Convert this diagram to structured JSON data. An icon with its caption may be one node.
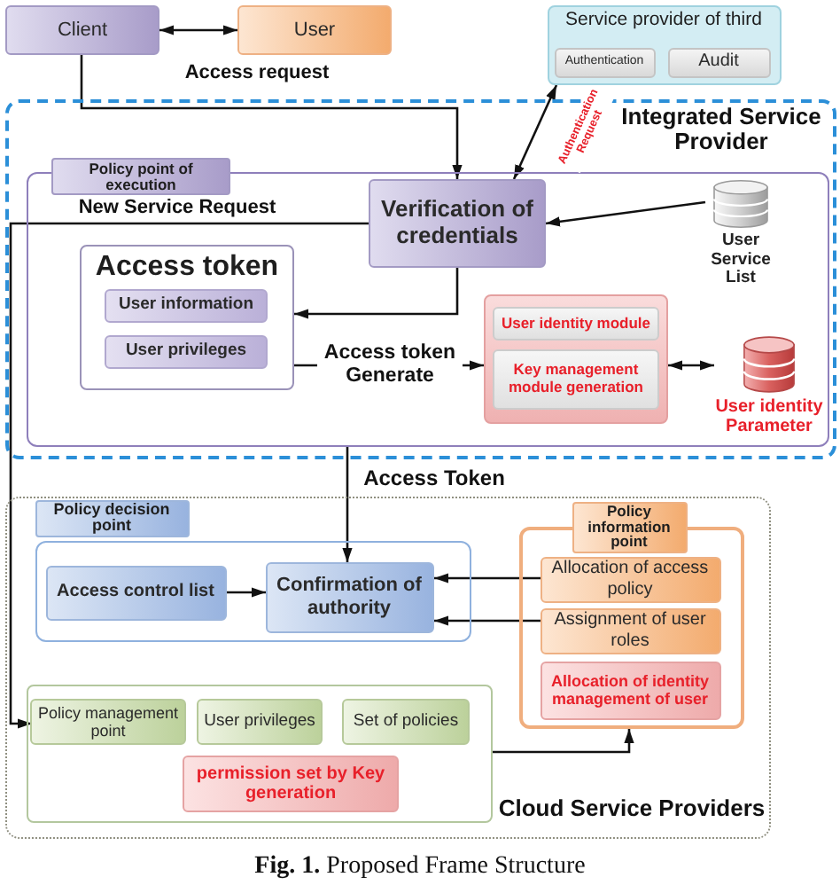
{
  "diagram": {
    "caption": "**Fig. 1.** Proposed Frame Structure",
    "nodes": [
      {
        "text": [
          "Client"
        ]
      },
      {
        "text": [
          "User"
        ]
      },
      {
        "text": [
          "Service provider of third"
        ]
      },
      {
        "text": [
          "Authentication"
        ],
        "in": 2
      },
      {
        "text": [
          "Audit"
        ],
        "in": 2
      },
      {
        "text": [
          "Integrated Service Provider"
        ]
      },
      {
        "text": [
          "Policy point of execution"
        ],
        "in": 5
      },
      {
        "text": [
          "Verification of credentials"
        ],
        "in": 6
      },
      {
        "text": [
          "User Service List"
        ],
        "in": 6
      },
      {
        "text": [
          "Access token"
        ],
        "in": 6
      },
      {
        "text": [
          "User information"
        ],
        "in": 9
      },
      {
        "text": [
          "User privileges"
        ],
        "in": 9
      },
      {
        "text": [],
        "shape": "box",
        "in": 6
      },
      {
        "text": [
          "User identity module"
        ],
        "in": 12
      },
      {
        "text": [
          "Key management module generation"
        ],
        "in": 12
      },
      {
        "text": [
          "User identity Parameter"
        ],
        "in": 6
      },
      {
        "text": [
          "Cloud Service Providers"
        ]
      },
      {
        "text": [
          "Policy decision point"
        ],
        "in": 16
      },
      {
        "text": [
          "Access control list"
        ],
        "in": 17
      },
      {
        "text": [
          "Confirmation of authority"
        ],
        "in": 17
      },
      {
        "text": [
          "Policy information point"
        ],
        "in": 16
      },
      {
        "text": [
          "Allocation of access policy"
        ],
        "in": 20
      },
      {
        "text": [
          "Assignment of user roles"
        ],
        "in": 20
      },
      {
        "text": [
          "Allocation of identity management of user"
        ],
        "in": 20
      },
      {
        "text": [],
        "shape": "box",
        "in": 16
      },
      {
        "text": [
          "Policy management point"
        ],
        "in": 24
      },
      {
        "text": [
          "User privileges"
        ],
        "in": 24
      },
      {
        "text": [
          "Set of policies"
        ],
        "in": 24
      },
      {
        "text": [
          "permission set by Key generation"
        ],
        "in": 24
      }
    ],
    "edges": [
      {
        "from": 0,
        "to": 1,
        "arrow": "both",
        "label": "Access request"
      },
      {
        "from": 0,
        "to": 7,
        "arrow": "to"
      },
      {
        "from": 7,
        "to": 2,
        "arrow": "both",
        "label": "Authentication Request"
      },
      {
        "from": 8,
        "to": 7,
        "arrow": "to"
      },
      {
        "from": 7,
        "to": 9,
        "arrow": "to"
      },
      {
        "from": 7,
        "to": 25,
        "arrow": "to",
        "label": "New Service Request"
      },
      {
        "from": 9,
        "to": 12,
        "arrow": "to",
        "label": "Access token Generate"
      },
      {
        "from": 12,
        "to": 15,
        "arrow": "both"
      },
      {
        "from": 6,
        "to": 19,
        "arrow": "to",
        "label": "Access Token"
      },
      {
        "from": 18,
        "to": 19,
        "arrow": "to"
      },
      {
        "from": 21,
        "to": 19,
        "arrow": "to"
      },
      {
        "from": 22,
        "to": 19,
        "arrow": "to"
      },
      {
        "from": 24,
        "to": 20,
        "arrow": "to"
      }
    ]
  }
}
